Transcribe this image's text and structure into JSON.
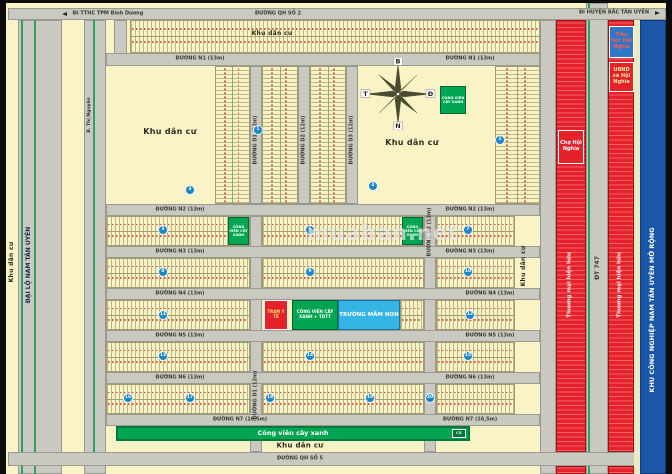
{
  "labels": {
    "kdc": "Khu dân cư",
    "watermark": "muaban.net"
  },
  "top_road": {
    "name": "ĐƯỜNG QH SỐ 2",
    "left": "Đi TTHC TPM Bình Dương",
    "right": "Đi HUYỆN BẮC TÂN UYÊN"
  },
  "bottom_road": {
    "name": "ĐƯỜNG QH SỐ 5"
  },
  "roads": {
    "avenue": "ĐẠI LỘ NAM TÂN UYÊN",
    "left_street": "B. Thị Nguyên",
    "dt747": "ĐT 747",
    "n1": "ĐƯỜNG N1 (13m)",
    "n2": "ĐƯỜNG N2 (13m)",
    "n3": "ĐƯỜNG N3 (13m)",
    "n4": "ĐƯỜNG N4 (13m)",
    "n5": "ĐƯỜNG N5 (13m)",
    "n6": "ĐƯỜNG N6 (13m)",
    "n7": "ĐƯỜNG N7 (16,5m)",
    "d1": "ĐƯỜNG D1 (12m)",
    "d2": "ĐƯỜNG D2 (12m)",
    "d3": "ĐƯỜNG D3 (12m)"
  },
  "zones": {
    "commercial": "Thương mại hiện hữu",
    "industrial": "KHU CÔNG NGHIỆP NAM TÂN UYÊN MỞ RỘNG"
  },
  "facilities": {
    "market": "Chợ Hội Nghĩa",
    "school_primary": "Tiểu học Hội Nghĩa",
    "ubnd": "UBND xã Hội Nghĩa",
    "park": "CÔNG VIÊN CÂY XANH",
    "park_plus": "CÔNG VIÊN CÂY XANH + TDTT",
    "kindergarten": "TRƯỜNG MẦM NON",
    "clinic": "TRẠM Y TẾ",
    "park_bar": "Công viên cây xanh",
    "park_chip": "CX"
  },
  "compass": {
    "north": "B",
    "east": "Đ",
    "south": "N",
    "west": "T"
  },
  "badges": [
    "1",
    "2",
    "3",
    "4",
    "5",
    "6",
    "7",
    "8",
    "9",
    "10",
    "11",
    "12",
    "13",
    "14",
    "15",
    "16",
    "17",
    "18",
    "19",
    "20"
  ]
}
